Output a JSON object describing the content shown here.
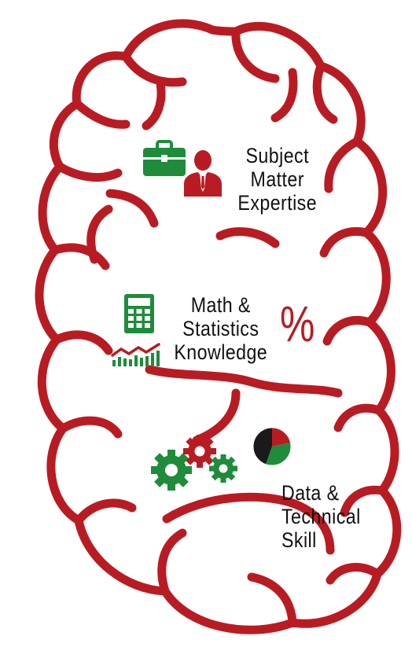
{
  "skills": {
    "subject": {
      "line1": "Subject",
      "line2": "Matter",
      "line3": "Expertise"
    },
    "math": {
      "line1": "Math &",
      "line2": "Statistics",
      "line3": "Knowledge",
      "symbol": "%"
    },
    "data": {
      "line1": "Data &",
      "line2": "Technical",
      "line3": "Skill"
    }
  },
  "colors": {
    "brain": "#b81c22",
    "green": "#1e8c3a",
    "red": "#b81c22",
    "dark": "#1a1a1a"
  },
  "icons": [
    "briefcase-icon",
    "businessman-icon",
    "calculator-icon",
    "growth-chart-icon",
    "percent-icon",
    "gears-icon",
    "pie-chart-icon"
  ]
}
